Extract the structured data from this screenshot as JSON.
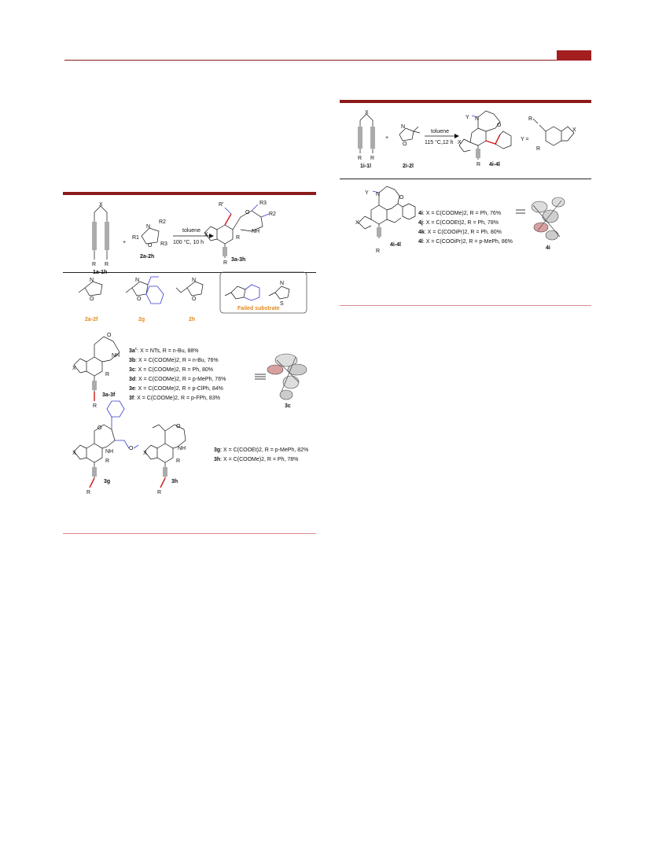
{
  "scheme1": {
    "reactant1_label": "1a-1h",
    "reactant2_label": "2a-2h",
    "product_label": "3a-3h",
    "solvent": "toluene",
    "conditions": "100 °C, 10 h",
    "plus": "+",
    "x": "X",
    "r": "R",
    "r1": "R1",
    "r2": "R2",
    "r3": "R3",
    "rprime": "R'",
    "o": "O",
    "n": "N",
    "nh": "NH",
    "substrates": [
      {
        "label": "2a-2f",
        "color": "orange"
      },
      {
        "label": "2g",
        "color": "orange"
      },
      {
        "label": "2h",
        "color": "orange"
      }
    ],
    "failed_label": "Failed substrate",
    "s": "S",
    "products_a_f": [
      {
        "id": "3a",
        "sup": "c",
        "text": ": X = NTs, R = n-Bu, 88%"
      },
      {
        "id": "3b",
        "sup": "",
        "text": ": X = C(COOMe)2, R = n-Bu, 76%"
      },
      {
        "id": "3c",
        "sup": "",
        "text": ": X = C(COOMe)2, R = Ph, 80%"
      },
      {
        "id": "3d",
        "sup": "",
        "text": ": X = C(COOMe)2, R = p-MePh, 76%"
      },
      {
        "id": "3e",
        "sup": "",
        "text": ": X = C(COOMe)2, R = p-ClPh, 84%"
      },
      {
        "id": "3f",
        "sup": "",
        "text": ": X = C(COOMe)2, R = p-FPh, 83%"
      }
    ],
    "group_label": "3a-3f",
    "xray_label": "3c",
    "label_3g": "3g",
    "label_3h": "3h",
    "products_gh": [
      {
        "id": "3g",
        "text": ": X = C(COOEt)2, R = p-MePh, 82%"
      },
      {
        "id": "3h",
        "text": ": X = C(COOMe)2, R = Ph, 78%"
      }
    ]
  },
  "scheme2": {
    "reactant1_label": "1i-1l",
    "reactant2_label": "2i-2l",
    "product_label": "4i-4l",
    "solvent": "toluene",
    "conditions": "115 °C,12 h",
    "plus": "+",
    "y_def": "Y =",
    "x": "X",
    "r": "R",
    "y": "Y",
    "n": "N",
    "o": "O",
    "group_label": "4i-4l",
    "xray_label": "4i",
    "products": [
      {
        "id": "4i",
        "text": ": X = C(COOMe)2, R = Ph, 76%"
      },
      {
        "id": "4j",
        "text": ": X = C(COOEt)2, R = Ph, 78%"
      },
      {
        "id": "4k",
        "text": ": X = C(COOiPr)2, R = Ph, 80%"
      },
      {
        "id": "4l",
        "text": ": X = C(COOiPr)2, R = p-MePh, 86%"
      }
    ]
  },
  "colors": {
    "accent": "#8b1a1a",
    "orange": "#e08a1e",
    "blue": "#3a3ad0",
    "red": "#d01818"
  }
}
